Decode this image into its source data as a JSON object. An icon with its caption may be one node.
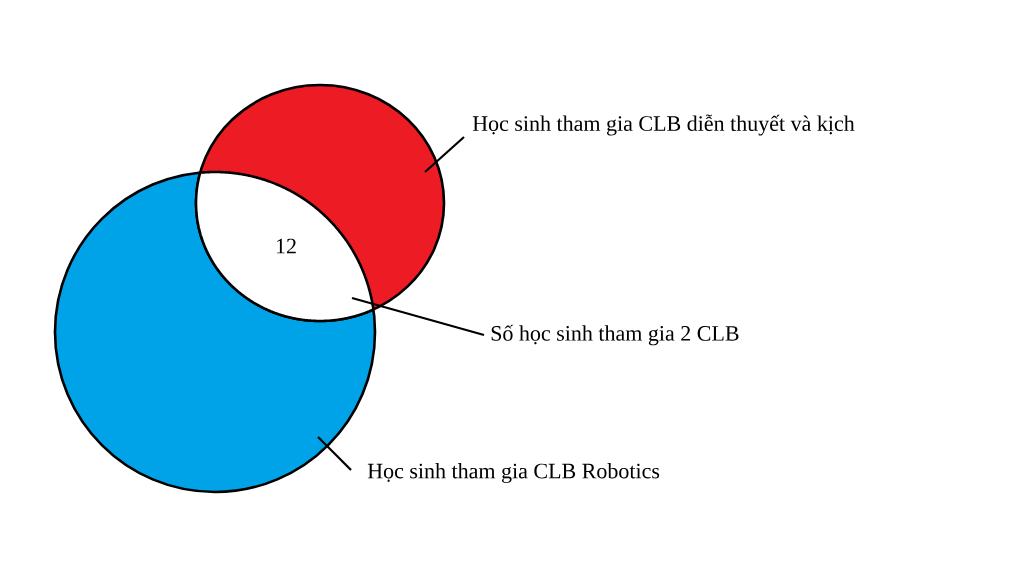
{
  "diagram": {
    "nodes": [
      {
        "text": [
          "Học sinh tham gia CLB diễn thuyết và kịch"
        ]
      },
      {
        "text": [],
        "shape": "circle"
      },
      {
        "text": [
          "Số học sinh tham gia 2 CLB"
        ]
      },
      {
        "text": [
          "12"
        ]
      },
      {
        "text": [
          "Học sinh tham gia CLB Robotics"
        ]
      },
      {
        "text": [],
        "shape": "circle"
      }
    ],
    "edges": [
      {
        "from": 0,
        "to": 1,
        "arrow": "none"
      },
      {
        "from": 2,
        "to": 3,
        "arrow": "none"
      },
      {
        "from": 4,
        "to": 5,
        "arrow": "none"
      }
    ]
  }
}
